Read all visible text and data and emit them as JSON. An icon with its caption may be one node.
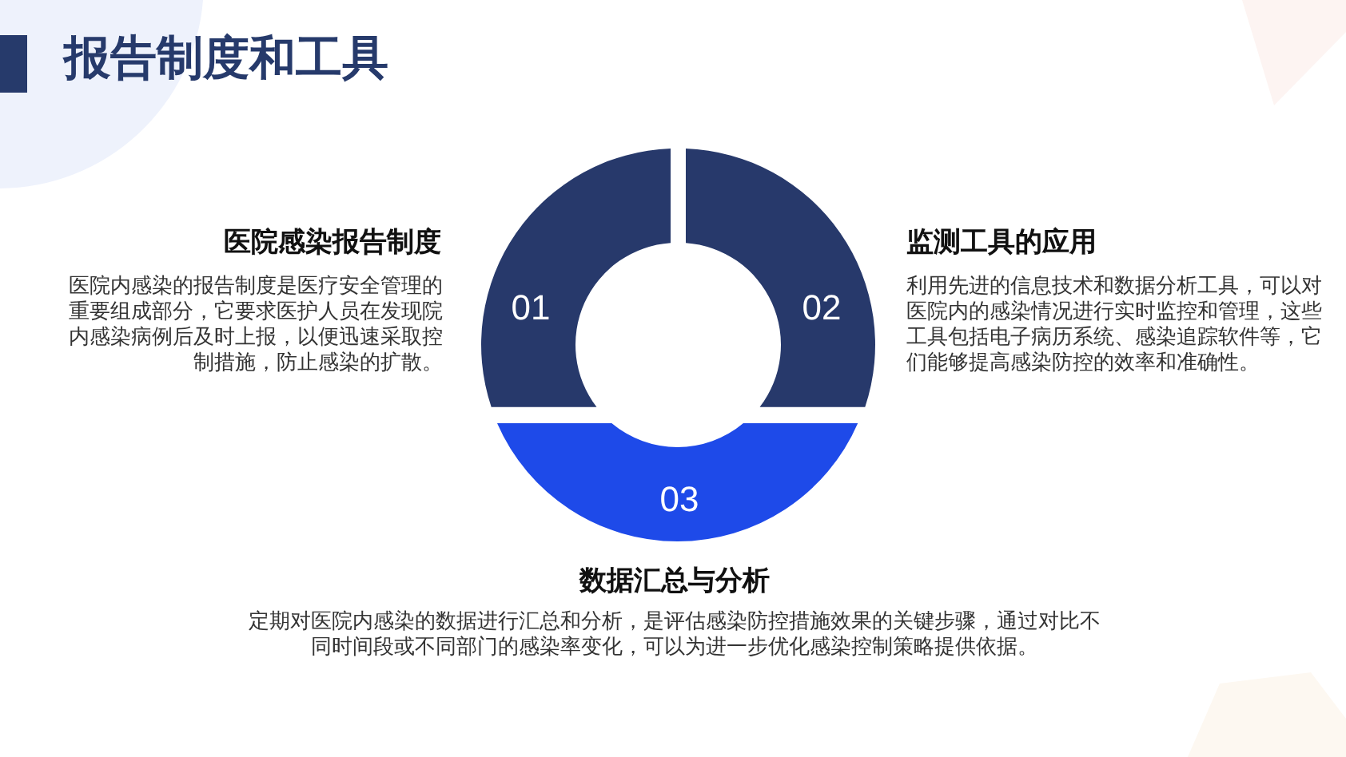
{
  "diagram": {
    "title": "报告制度和工具",
    "nodes": [
      {
        "text": [
          "01"
        ],
        "beside": [
          "医院感染报告制度",
          "医院内感染的报告制度是医疗安全管理的重要组成部分，它要求医护人员在发现院内感染病例后及时上报，以便迅速采取控制措施，防止感染的扩散。"
        ]
      },
      {
        "text": [
          "02"
        ],
        "beside": [
          "监测工具的应用",
          "利用先进的信息技术和数据分析工具，可以对医院内的感染情况进行实时监控和管理，这些工具包括电子病历系统、感染追踪软件等，它们能够提高感染防控的效率和准确性。"
        ]
      },
      {
        "text": [
          "03"
        ],
        "beside": [
          "数据汇总与分析",
          "定期对医院内感染的数据进行汇总和分析，是评估感染防控措施效果的关键步骤，通过对比不同时间段或不同部门的感染率变化，可以为进一步优化感染控制策略提供依据。"
        ]
      }
    ]
  }
}
